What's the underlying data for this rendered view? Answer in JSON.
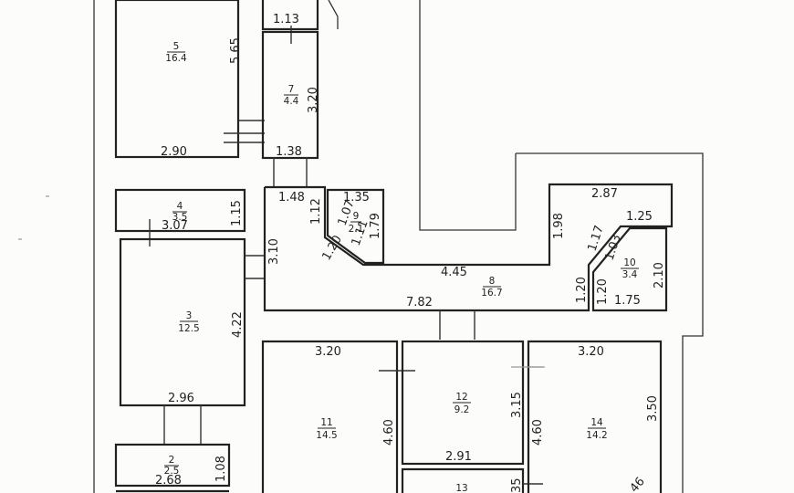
{
  "rooms": [
    {
      "id": "5",
      "area": "16.4"
    },
    {
      "id": "7",
      "area": "4.4"
    },
    {
      "id": "4",
      "area": "3.5"
    },
    {
      "id": "9",
      "area": "2.1"
    },
    {
      "id": "3",
      "area": "12.5"
    },
    {
      "id": "8",
      "area": "16.7"
    },
    {
      "id": "10",
      "area": "3.4"
    },
    {
      "id": "11",
      "area": "14.5"
    },
    {
      "id": "12",
      "area": "9.2"
    },
    {
      "id": "14",
      "area": "14.2"
    },
    {
      "id": "2",
      "area": "2.5"
    },
    {
      "id": "13",
      "area": ""
    }
  ],
  "dims": {
    "d113": "1.13",
    "d565": "5.65",
    "d320a": "3.20",
    "d290": "2.90",
    "d138": "1.38",
    "d148": "1.48",
    "d112": "1.12",
    "d135": "1.35",
    "d107": "1.07",
    "d179": "1.79",
    "d120a": "1.20",
    "d111": "1.11",
    "d115": "1.15",
    "d307": "3.07",
    "d310": "3.10",
    "d287": "2.87",
    "d198": "1.98",
    "d125": "1.25",
    "d117": "1.17",
    "d103": "1.03",
    "d210": "2.10",
    "d445": "4.45",
    "d120b": "1.20",
    "d120c": "1.20",
    "d175": "1.75",
    "d782": "7.82",
    "d422": "4.22",
    "d296": "2.96",
    "d320b": "3.20",
    "d320c": "3.20",
    "d460a": "4.60",
    "d315": "3.15",
    "d460b": "4.60",
    "d350": "3.50",
    "d291": "2.91",
    "d108": "1.08",
    "d268": "2.68",
    "d35": "35",
    "d46": "46"
  }
}
